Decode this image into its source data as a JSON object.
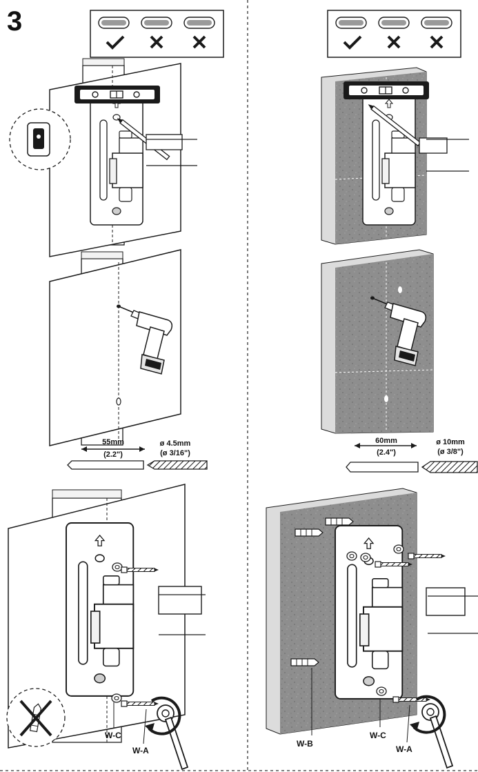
{
  "step_number": "3",
  "level_indicator": {
    "symbols": [
      "check-icon",
      "x-icon",
      "x-icon"
    ]
  },
  "wood_panel": {
    "hole_spacing": "55mm",
    "hole_spacing_imperial": "(2.2\")",
    "drill_bit": "ø 4.5mm",
    "drill_bit_imperial": "(ø 3/16\")"
  },
  "concrete_panel": {
    "hole_spacing": "60mm",
    "hole_spacing_imperial": "(2.4\")",
    "drill_bit": "ø 10mm",
    "drill_bit_imperial": "(ø 3/8\")"
  },
  "part_labels": {
    "washer": "W-C",
    "lag_bolt": "W-A",
    "anchor": "W-B"
  },
  "colors": {
    "line": "#1a1a1a",
    "concrete": "#8c8c8c",
    "concrete_edge": "#d9d9d9",
    "level_bubble": "#9a9a9a"
  }
}
